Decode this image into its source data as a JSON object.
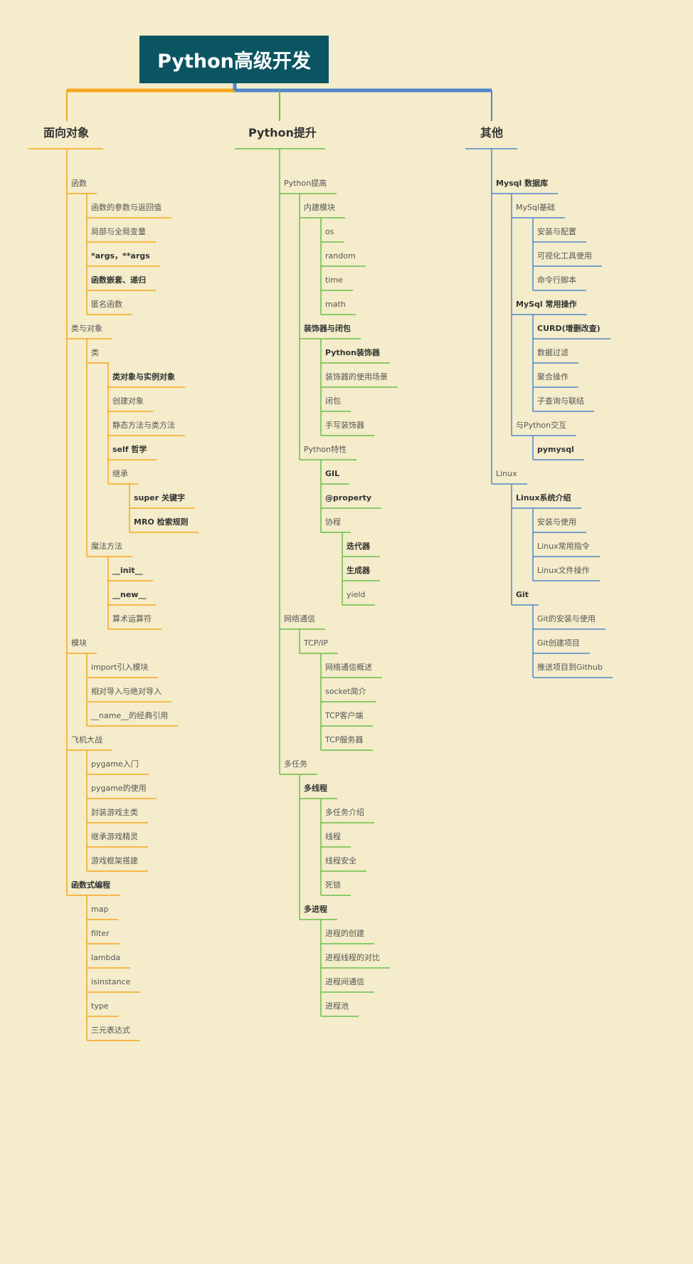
{
  "title": "Python高级开发",
  "colors": {
    "orange": "#f5a61d",
    "green": "#6abf4b",
    "blue": "#4f86cc",
    "root_bg": "#0b5563",
    "background": "#f4ecca"
  },
  "branches": [
    {
      "label": "面向对象",
      "color": "orange",
      "children": [
        {
          "label": "函数",
          "children": [
            {
              "label": "函数的参数与返回值"
            },
            {
              "label": "局部与全局变量"
            },
            {
              "label": "*args，**args",
              "bold": true
            },
            {
              "label": "函数嵌套、递归",
              "bold": true
            },
            {
              "label": "匿名函数"
            }
          ]
        },
        {
          "label": "类与对象",
          "children": [
            {
              "label": "类",
              "children": [
                {
                  "label": "类对象与实例对象",
                  "bold": true
                },
                {
                  "label": "创建对象"
                },
                {
                  "label": "静态方法与类方法"
                },
                {
                  "label": "self 哲学",
                  "bold": true
                },
                {
                  "label": "继承",
                  "children": [
                    {
                      "label": "super 关键字",
                      "bold": true
                    },
                    {
                      "label": "MRO 检索规则",
                      "bold": true
                    }
                  ]
                }
              ]
            },
            {
              "label": "魔法方法",
              "children": [
                {
                  "label": "__init__",
                  "bold": true
                },
                {
                  "label": "__new__",
                  "bold": true
                },
                {
                  "label": "算术运算符"
                }
              ]
            }
          ]
        },
        {
          "label": "模块",
          "children": [
            {
              "label": "import引入模块"
            },
            {
              "label": "相对导入与绝对导入"
            },
            {
              "label": "__name__的经典引用"
            }
          ]
        },
        {
          "label": "飞机大战",
          "children": [
            {
              "label": "pygame入门"
            },
            {
              "label": "pygame的使用"
            },
            {
              "label": "封装游戏主类"
            },
            {
              "label": "继承游戏精灵"
            },
            {
              "label": "游戏框架搭建"
            }
          ]
        },
        {
          "label": "函数式编程",
          "bold": true,
          "children": [
            {
              "label": "map"
            },
            {
              "label": "filter"
            },
            {
              "label": "lambda"
            },
            {
              "label": "isinstance"
            },
            {
              "label": "type"
            },
            {
              "label": "三元表达式"
            }
          ]
        }
      ]
    },
    {
      "label": "Python提升",
      "color": "green",
      "children": [
        {
          "label": "Python提高",
          "children": [
            {
              "label": "内建模块",
              "children": [
                {
                  "label": "os"
                },
                {
                  "label": "random"
                },
                {
                  "label": "time"
                },
                {
                  "label": "math"
                }
              ]
            },
            {
              "label": "装饰器与闭包",
              "bold": true,
              "children": [
                {
                  "label": "Python装饰器",
                  "bold": true
                },
                {
                  "label": "装饰器的使用场景"
                },
                {
                  "label": "闭包"
                },
                {
                  "label": "手写装饰器"
                }
              ]
            },
            {
              "label": "Python特性",
              "children": [
                {
                  "label": "GIL",
                  "bold": true
                },
                {
                  "label": "@property",
                  "bold": true
                },
                {
                  "label": "协程",
                  "children": [
                    {
                      "label": "迭代器",
                      "bold": true
                    },
                    {
                      "label": "生成器",
                      "bold": true
                    },
                    {
                      "label": "yield"
                    }
                  ]
                }
              ]
            }
          ]
        },
        {
          "label": "网络通信",
          "children": [
            {
              "label": "TCP/IP",
              "children": [
                {
                  "label": "网络通信概述"
                },
                {
                  "label": "socket简介"
                },
                {
                  "label": "TCP客户端"
                },
                {
                  "label": "TCP服务器"
                }
              ]
            }
          ]
        },
        {
          "label": "多任务",
          "children": [
            {
              "label": "多线程",
              "bold": true,
              "children": [
                {
                  "label": "多任务介绍"
                },
                {
                  "label": "线程"
                },
                {
                  "label": "线程安全"
                },
                {
                  "label": "死锁"
                }
              ]
            },
            {
              "label": "多进程",
              "bold": true,
              "children": [
                {
                  "label": "进程的创建"
                },
                {
                  "label": "进程线程的对比"
                },
                {
                  "label": "进程间通信"
                },
                {
                  "label": "进程池"
                }
              ]
            }
          ]
        }
      ]
    },
    {
      "label": "其他",
      "color": "blue",
      "children": [
        {
          "label": "Mysql 数据库",
          "bold": true,
          "children": [
            {
              "label": "MySql基础",
              "children": [
                {
                  "label": "安装与配置"
                },
                {
                  "label": "可视化工具使用"
                },
                {
                  "label": "命令行脚本"
                }
              ]
            },
            {
              "label": "MySql 常用操作",
              "bold": true,
              "children": [
                {
                  "label": "CURD(增删改查)",
                  "bold": true
                },
                {
                  "label": "数据过滤"
                },
                {
                  "label": "聚合操作"
                },
                {
                  "label": "子查询与联结"
                }
              ]
            },
            {
              "label": "与Python交互",
              "children": [
                {
                  "label": "pymysql",
                  "bold": true
                }
              ]
            }
          ]
        },
        {
          "label": "Linux",
          "children": [
            {
              "label": "Linux系统介绍",
              "bold": true,
              "children": [
                {
                  "label": "安装与使用"
                },
                {
                  "label": "Linux常用指令"
                },
                {
                  "label": "Linux文件操作"
                }
              ]
            },
            {
              "label": "Git",
              "bold": true,
              "children": [
                {
                  "label": "Git的安装与使用"
                },
                {
                  "label": "Git创建项目"
                },
                {
                  "label": "推送项目到Github"
                }
              ]
            }
          ]
        }
      ]
    }
  ]
}
